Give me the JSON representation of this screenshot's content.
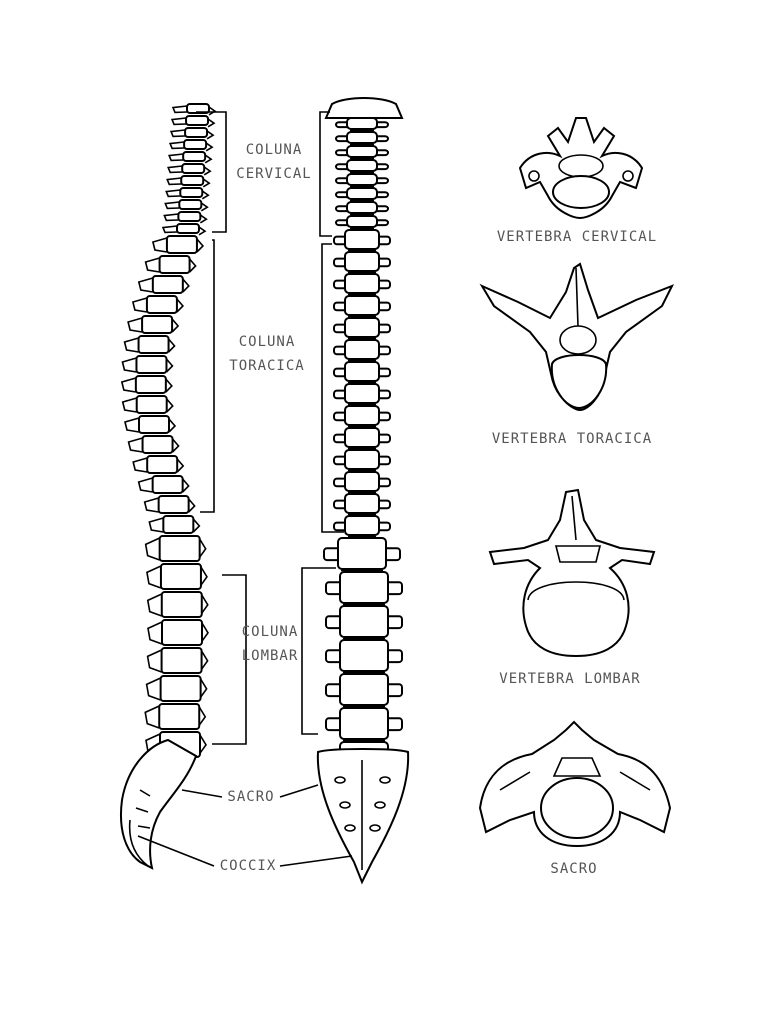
{
  "regions": {
    "cervical": [
      "COLUNA",
      "CERVICAL"
    ],
    "thoracic": [
      "COLUNA",
      "TORACICA"
    ],
    "lumbar": [
      "COLUNA",
      "LOMBAR"
    ],
    "sacrum": "SACRO",
    "coccyx": "COCCIX"
  },
  "vertebrae": {
    "cervical": "VERTEBRA CERVICAL",
    "thoracic": "VERTEBRA TORACICA",
    "lumbar": "VERTEBRA LOMBAR",
    "sacrum": "SACRO"
  },
  "colors": {
    "line": "#000000",
    "label": "#555555",
    "background": "#ffffff"
  }
}
